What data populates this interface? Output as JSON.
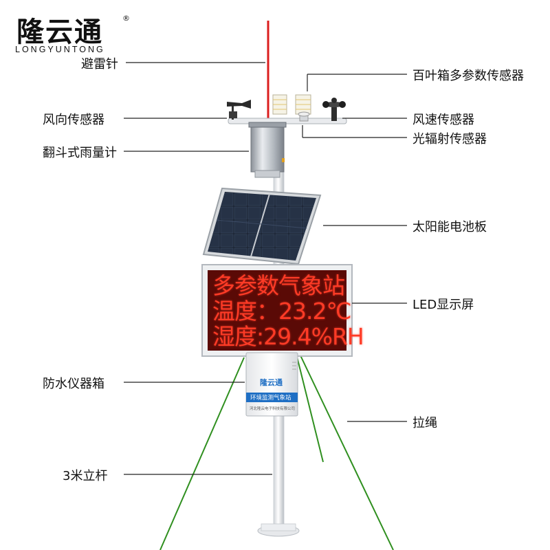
{
  "brand": {
    "name_cn": "隆云通",
    "registered": "®",
    "name_en": "LONGYUNTONG"
  },
  "labels": {
    "lightning_rod": "避雷针",
    "louver_box_sensor": "百叶箱多参数传感器",
    "wind_direction_sensor": "风向传感器",
    "wind_speed_sensor": "风速传感器",
    "solar_radiation_sensor": "光辐射传感器",
    "tipping_bucket_rain_gauge": "翻斗式雨量计",
    "solar_panel": "太阳能电池板",
    "led_screen": "LED显示屏",
    "waterproof_box": "防水仪器箱",
    "guy_wire": "拉绳",
    "pole": "3米立杆"
  },
  "led_display": {
    "line1": "多参数气象站",
    "line2": "温度：23.2℃",
    "line3": "湿度:29.4%RH"
  },
  "instrument_box": {
    "logo": "隆云通",
    "title": "环境监测气象站",
    "company": "河北隆云电子科技有限公司"
  },
  "colors": {
    "led_text": "#ff3b26",
    "led_background": "#5a0a06",
    "guy_wire": "#2f8f1f",
    "lightning_rod": "#d81e1e",
    "box_banner": "#1f6fc4"
  }
}
